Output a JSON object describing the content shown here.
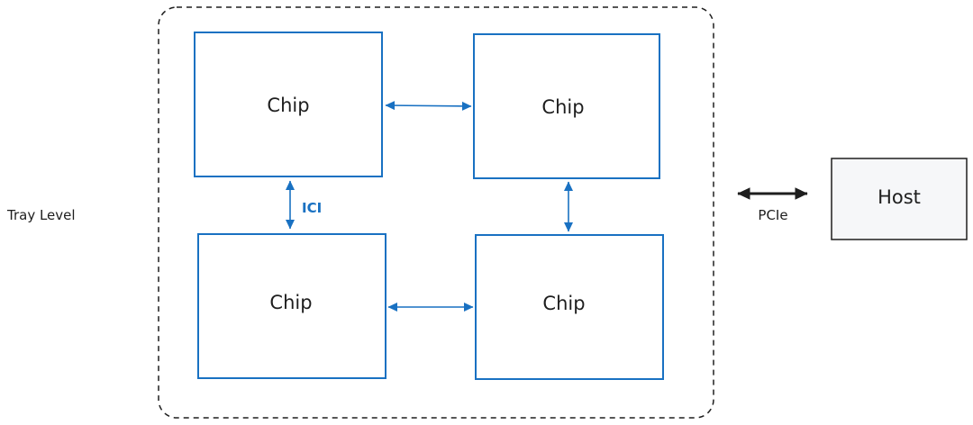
{
  "tray": {
    "label": "Tray Level"
  },
  "chips": [
    {
      "label": "Chip"
    },
    {
      "label": "Chip"
    },
    {
      "label": "Chip"
    },
    {
      "label": "Chip"
    }
  ],
  "links": {
    "ici_label": "ICI",
    "pcie_label": "PCIe"
  },
  "host": {
    "label": "Host"
  },
  "colors": {
    "chip_stroke": "#1971c2",
    "ici_arrow": "#1971c2",
    "host_fill": "#f6f7f9",
    "host_stroke": "#1e1e1e",
    "tray_border": "#1e1e1e",
    "pcie_arrow": "#1e1e1e",
    "text": "#1e1e1e"
  }
}
